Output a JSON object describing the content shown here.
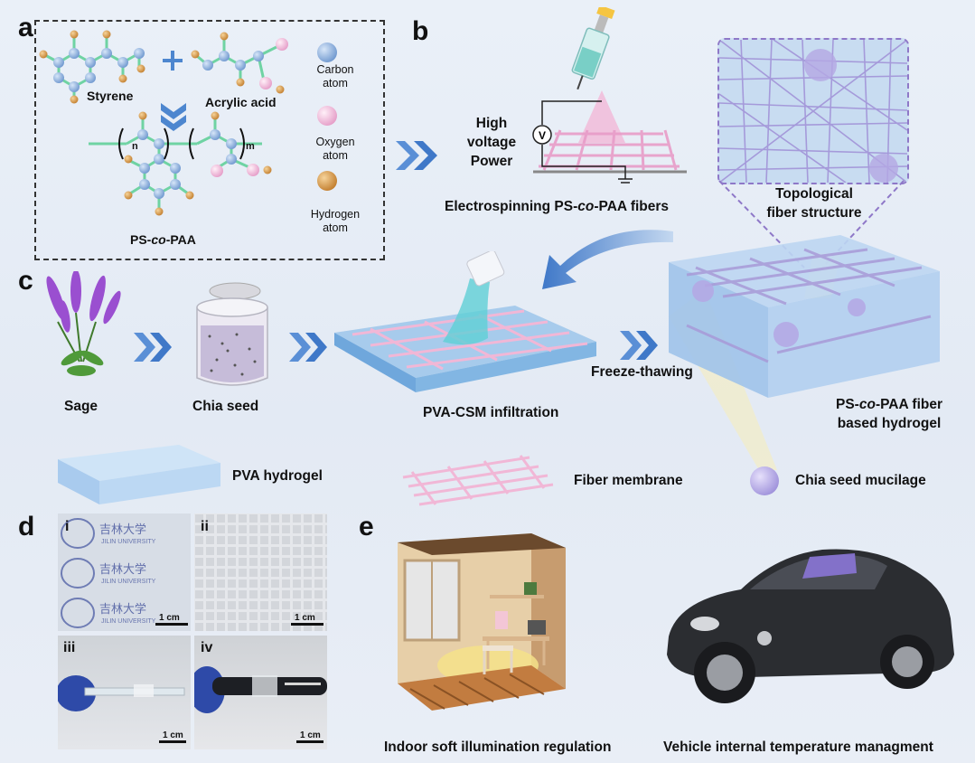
{
  "panels": {
    "a": "a",
    "b": "b",
    "c": "c",
    "d": "d",
    "e": "e"
  },
  "panel_a": {
    "styrene": "Styrene",
    "acrylic_acid": "Acrylic acid",
    "carbon": "Carbon\natom",
    "oxygen": "Oxygen\natom",
    "hydrogen": "Hydrogen\natom",
    "product": "PS-co-PAA",
    "product_prefix": "PS-",
    "product_italic": "co",
    "product_suffix": "-PAA",
    "subscript_n": "n",
    "subscript_m": "m"
  },
  "panel_b": {
    "high_voltage": "High\nvoltage\nPower",
    "voltmeter": "V",
    "electrospinning_prefix": "Electrospinning PS-",
    "electrospinning_italic": "co",
    "electrospinning_suffix": "-PAA fibers",
    "topological": "Topological\nfiber structure"
  },
  "panel_c": {
    "sage": "Sage",
    "chia_seed": "Chia seed",
    "pva_csm": "PVA-CSM infiltration",
    "freeze": "Freeze-thawing",
    "hydrogel_prefix": "PS-",
    "hydrogel_italic": "co",
    "hydrogel_suffix": "-PAA fiber\nbased hydrogel"
  },
  "legend": {
    "pva_hydrogel": "PVA hydrogel",
    "fiber_membrane": "Fiber membrane",
    "chia_mucilage": "Chia seed mucilage"
  },
  "panel_d": {
    "i": "i",
    "ii": "ii",
    "iii": "iii",
    "iv": "iv",
    "scale": "1 cm",
    "univ_text": "JILIN UNIVERSITY"
  },
  "panel_e": {
    "indoor": "Indoor soft illumination regulation",
    "vehicle": "Vehicle internal temperature managment"
  },
  "colors": {
    "carbon": "#7fa8dc",
    "oxygen": "#f2b6d8",
    "hydrogen": "#d99b4a",
    "bond": "#6fd3a3",
    "arrow": "#3f78c8",
    "fiber_pink": "#f1b7d6",
    "fiber_purple": "#a89ad8",
    "hydrogel_blue": "#b7d6f2"
  }
}
